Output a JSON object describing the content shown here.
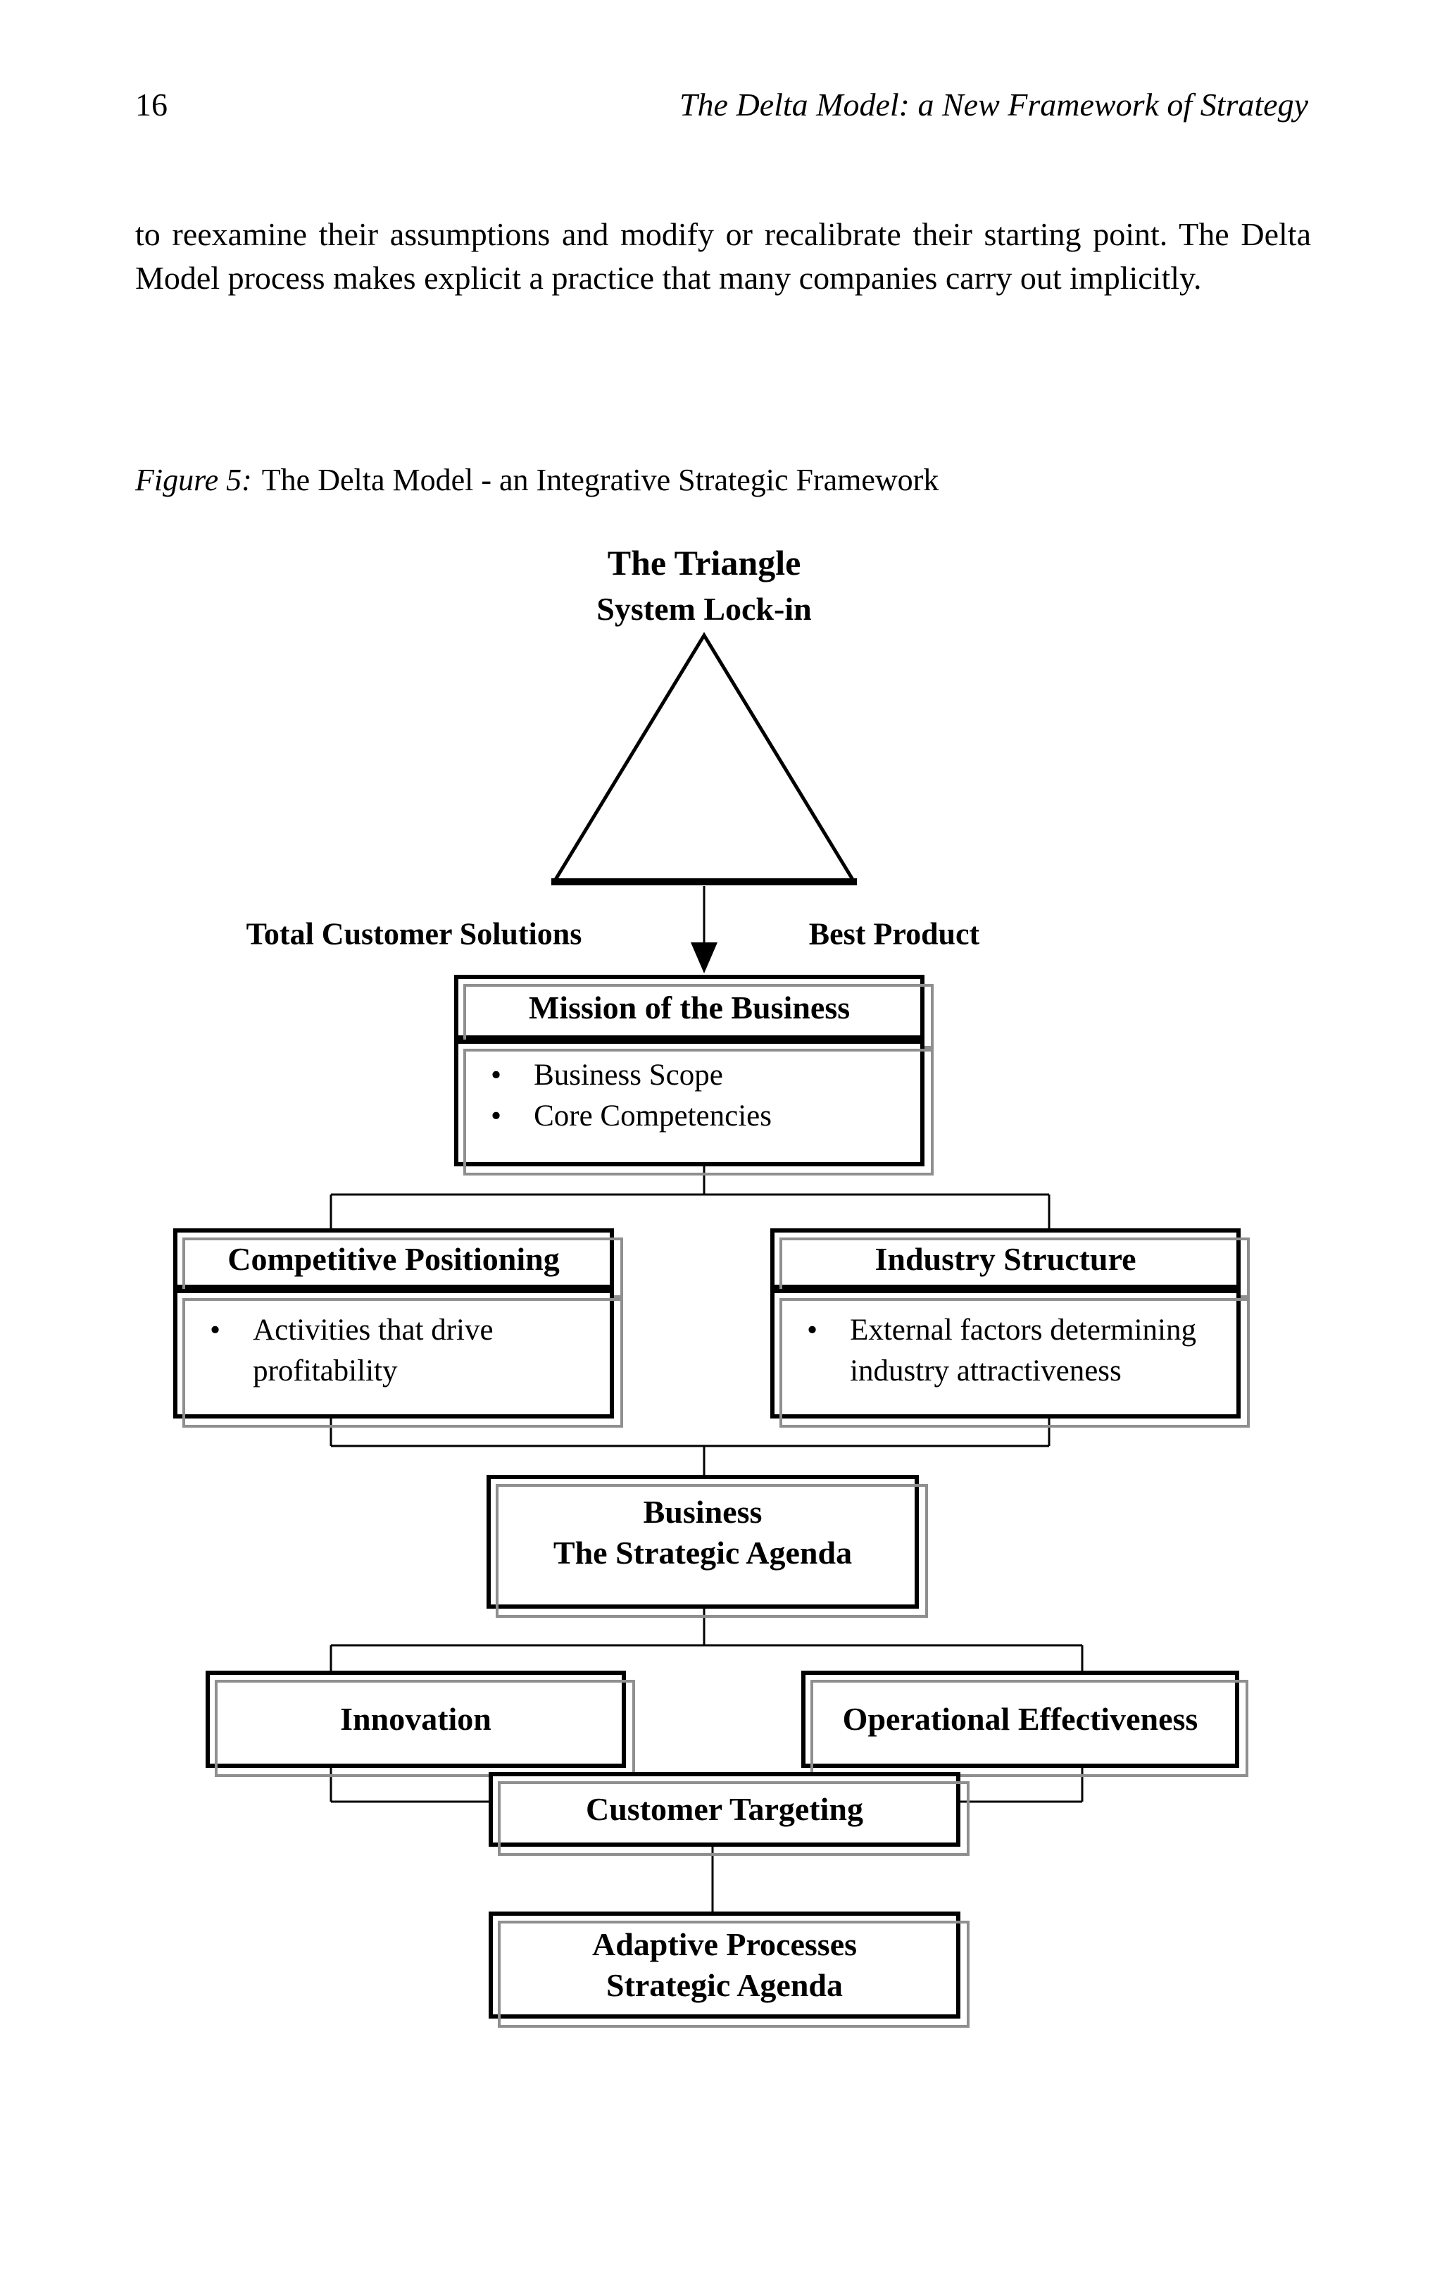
{
  "page": {
    "number": "16",
    "running_title": "The Delta Model: a New Framework of Strategy",
    "paragraph": "to reexamine their assumptions and modify or recalibrate their starting point. The Delta Model process makes explicit a practice that many companies carry out  implicitly.",
    "figure": {
      "label": "Figure 5:",
      "caption": "The Delta Model - an Integrative Strategic Framework"
    }
  },
  "diagram": {
    "title": "The Triangle",
    "subtitle": "System Lock-in",
    "left_strategy_label": "Total Customer Solutions",
    "right_strategy_label": "Best Product",
    "mission": {
      "title": "Mission of the Business",
      "bullets": [
        "Business Scope",
        "Core Competencies"
      ]
    },
    "competitive_positioning": {
      "title": "Competitive Positioning",
      "bullets": [
        "Activities that drive profitability"
      ]
    },
    "industry_structure": {
      "title": "Industry Structure",
      "bullets": [
        "External factors determining industry attractiveness"
      ]
    },
    "business": {
      "line1": "Business",
      "line2": "The Strategic Agenda"
    },
    "innovation": {
      "title": "Innovation"
    },
    "operational_effectiveness": {
      "title": "Operational Effectiveness"
    },
    "customer_targeting": {
      "title": "Customer Targeting"
    },
    "adaptive_processes": {
      "line1": "Adaptive Processes",
      "line2": "Strategic Agenda"
    },
    "colors": {
      "ink": "#000000",
      "paper": "#ffffff",
      "shadow": "#8f8f8f"
    }
  }
}
